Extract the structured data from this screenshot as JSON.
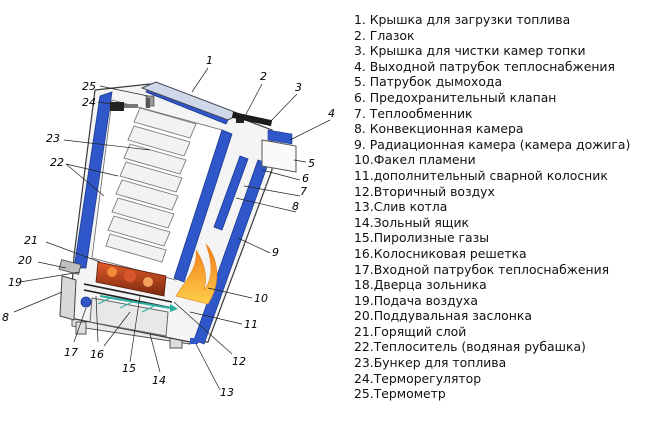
{
  "legend": [
    "1. Крышка для загрузки топлива",
    "2. Глазок",
    "3. Крышка для чистки камер топки",
    "4. Выходной патрубок теплоснабжения",
    "5. Патрубок дымохода",
    "6. Предохранительный клапан",
    "7. Теплообменник",
    "8. Конвекционная камера",
    "9. Радиационная камера (камера дожига)",
    "10.Факел пламени",
    "11.дополнительный сварной колосник",
    "12.Вторичный воздух",
    "13.Слив котла",
    "14.Зольный ящик",
    "15.Пиролизные газы",
    "16.Колосниковая решетка",
    "17.Входной патрубок теплоснабжения",
    "18.Дверца зольника",
    "19.Подача воздуха",
    "20.Поддувальная заслонка",
    "21.Горящий слой",
    "22.Теплоситель (водяная рубашка)",
    "23.Бункер для топлива",
    "24.Терморегулятор",
    "25.Термометр"
  ],
  "callouts": {
    "n1": "1",
    "n2": "2",
    "n3": "3",
    "n4": "4",
    "n5": "5",
    "n6": "6",
    "n7": "7",
    "n8": "8",
    "n9": "9",
    "n10": "10",
    "n11": "11",
    "n12": "12",
    "n13": "13",
    "n14": "14",
    "n15": "15",
    "n16": "16",
    "n17": "17",
    "n18": "8",
    "n19": "19",
    "n20": "20",
    "n21": "21",
    "n22": "22",
    "n23": "23",
    "n24": "24",
    "n25": "25"
  },
  "colors": {
    "water_jacket": "#2f57c9",
    "outline": "#3a3a3a",
    "body_fill": "#f4f4f4",
    "flame": "#f5a623",
    "ember": "#c0392b",
    "air_arrow": "#2ab0a0"
  }
}
